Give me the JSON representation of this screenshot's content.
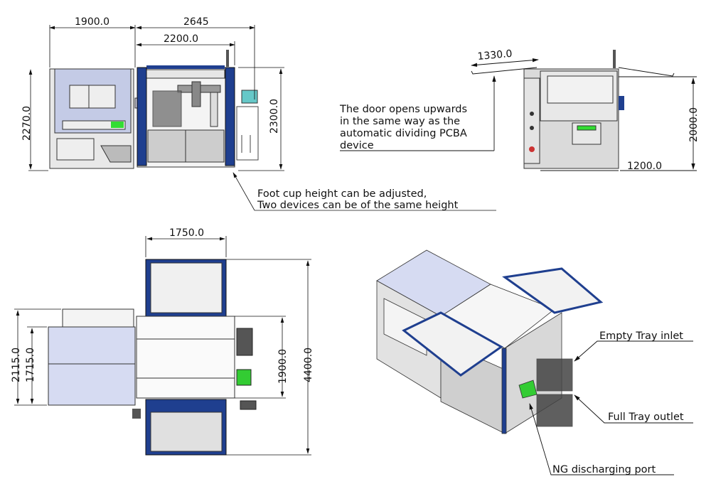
{
  "front_view": {
    "dims": {
      "left_width": "1900.0",
      "overall_width": "2645",
      "right_width": "2200.0",
      "left_height": "2270.0",
      "right_height": "2300.0"
    },
    "note_line1": "Foot cup height can be adjusted,",
    "note_line2": "Two devices can be of the same height"
  },
  "side_view": {
    "dims": {
      "door_span": "1330.0",
      "height": "2000.0",
      "depth": "1200.0"
    },
    "note_lines": [
      "The door opens upwards",
      "in the same way as the",
      "automatic dividing PCBA",
      "device"
    ]
  },
  "top_view": {
    "dims": {
      "door_width": "1750.0",
      "body_depth": "1900.0",
      "overall_depth": "4400.0",
      "left_depth": "2115.0",
      "left_inner_depth": "1715.0"
    }
  },
  "iso_view": {
    "labels": {
      "empty_tray_inlet": "Empty Tray inlet",
      "full_tray_outlet": "Full Tray outlet",
      "ng_port": "NG discharging port"
    }
  },
  "colors": {
    "frame_blue": "#1f3f8f",
    "panel_lavender": "#c4cbe6",
    "panel_grey": "#cfcfcf",
    "indicator_green": "#33dd33",
    "screen_cyan": "#66c8c8"
  }
}
